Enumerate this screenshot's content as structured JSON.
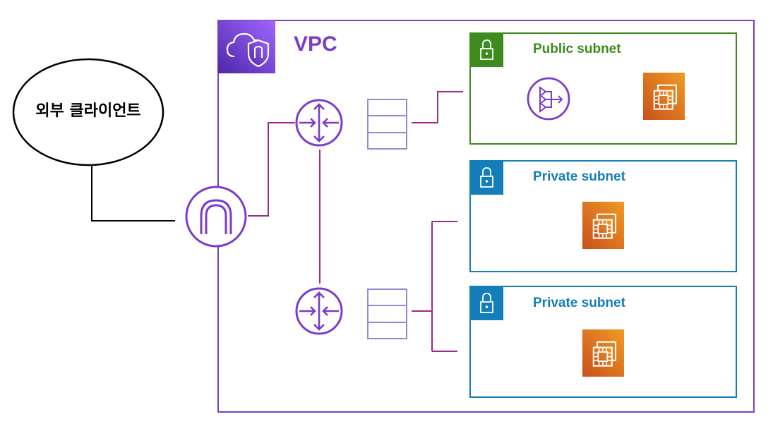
{
  "client": {
    "label": "외부 클라이언트",
    "icon": "ellipse"
  },
  "vpc": {
    "label": "VPC",
    "color": "#7d3cc8",
    "icon": "vpc-cloud-shield-icon"
  },
  "subnets": [
    {
      "label": "Public subnet",
      "type": "public",
      "color": "#3d8b1f",
      "resources": [
        "nat-gateway-icon",
        "ec2-instance-icon"
      ]
    },
    {
      "label": "Private subnet",
      "type": "private",
      "color": "#147eba",
      "resources": [
        "ec2-instance-icon"
      ]
    },
    {
      "label": "Private subnet",
      "type": "private",
      "color": "#147eba",
      "resources": [
        "ec2-instance-icon"
      ]
    }
  ],
  "components": {
    "internet_gateway": "internet-gateway-icon",
    "routers": [
      "router-icon",
      "router-icon"
    ],
    "route_tables": [
      "route-table-icon",
      "route-table-icon"
    ]
  },
  "colors": {
    "connector": "#9b2a8a",
    "ec2": "#e8731a",
    "lines": "#000000"
  }
}
